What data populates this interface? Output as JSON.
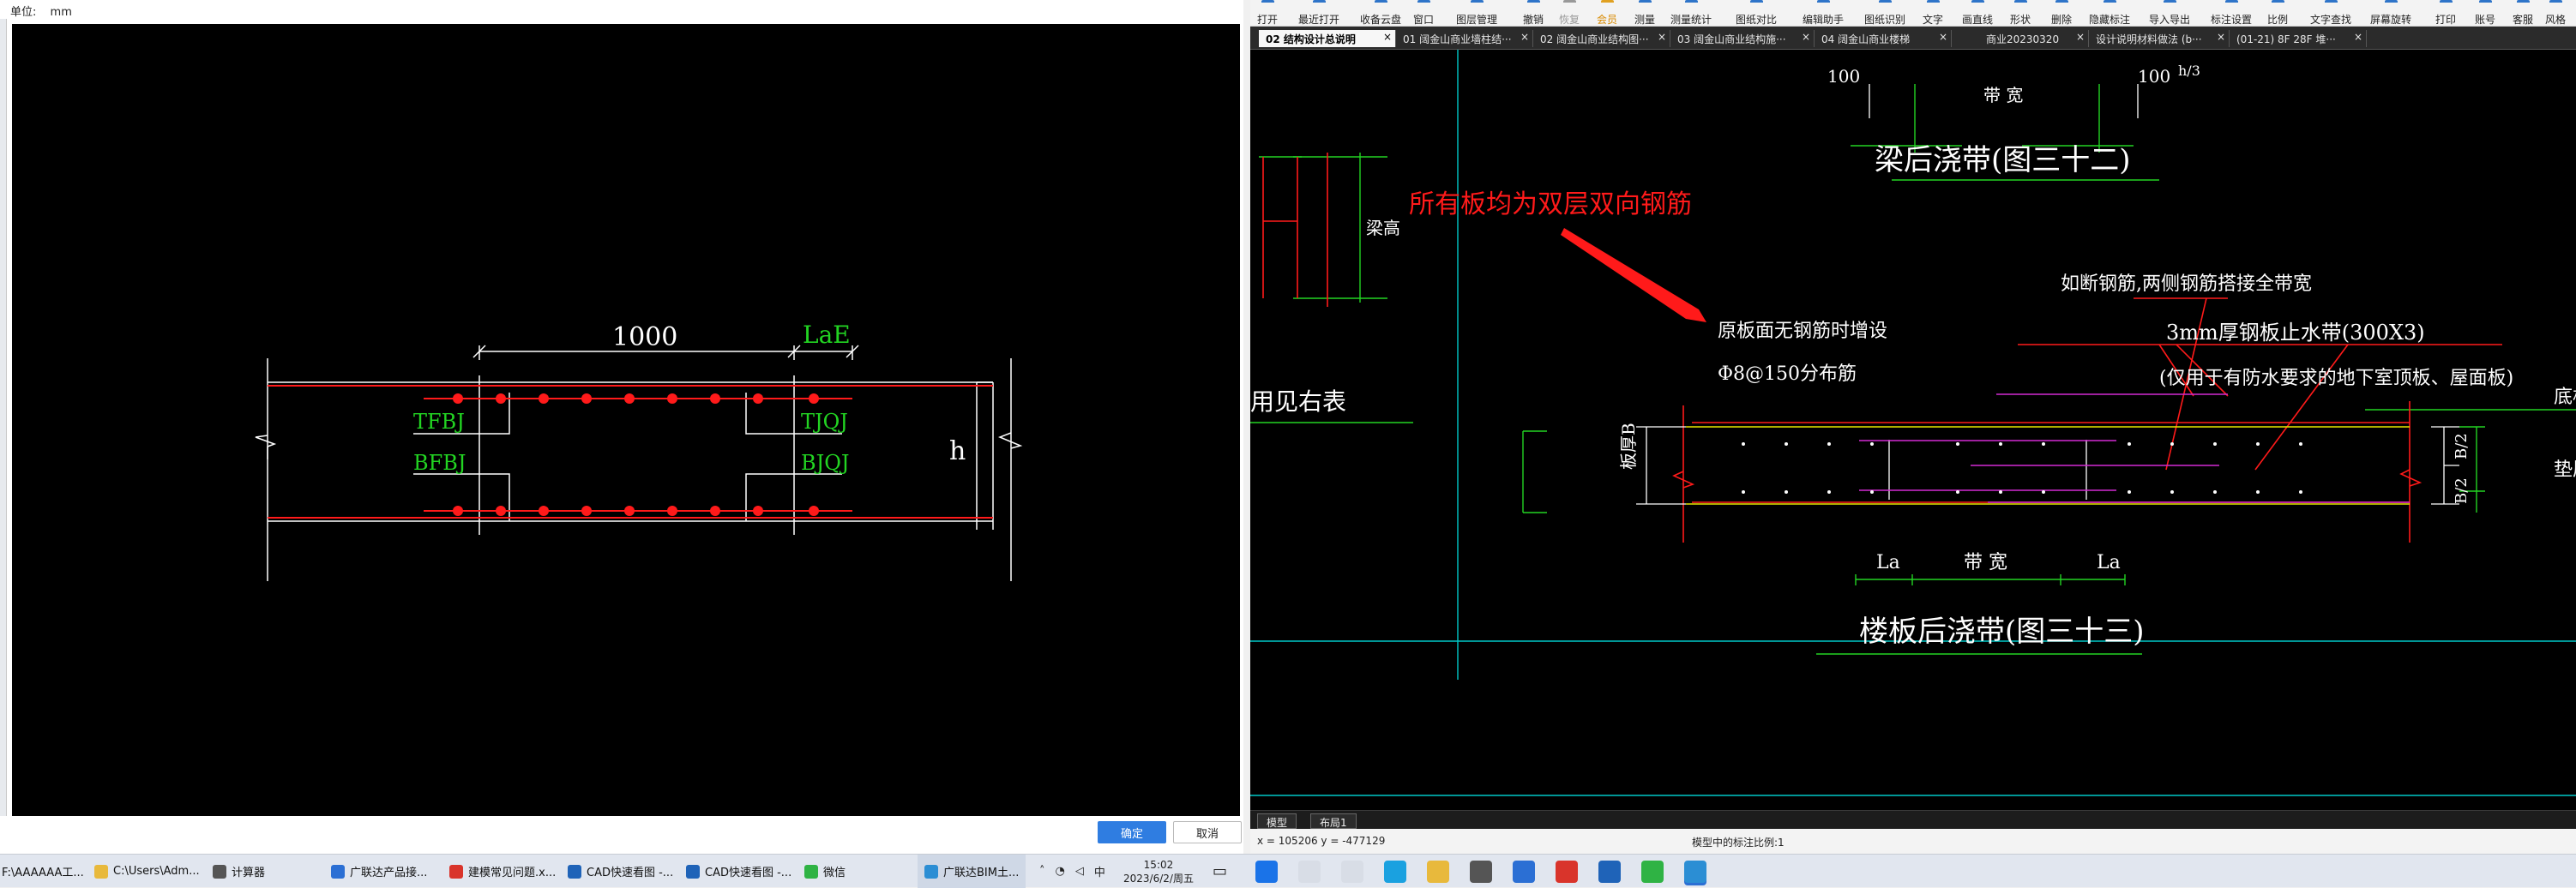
{
  "left_window": {
    "unit_label": "单位:",
    "unit_value": "mm",
    "ok_label": "确定",
    "cancel_label": "取消",
    "drawing": {
      "dim_1000": "1000",
      "dim_lae": "LaE",
      "tfbj": "TFBJ",
      "bfbj": "BFBJ",
      "tjqj": "TJQJ",
      "bjqj": "BJQJ",
      "h": "h"
    }
  },
  "right_window": {
    "toolbar": [
      {
        "label": "打开"
      },
      {
        "label": "最近打开"
      },
      {
        "label": "收备云盘"
      },
      {
        "label": "窗口"
      },
      {
        "label": "图层管理"
      },
      {
        "label": "撤销"
      },
      {
        "label": "恢复"
      },
      {
        "label": "会员"
      },
      {
        "label": "测量"
      },
      {
        "label": "测量统计"
      },
      {
        "label": "图纸对比"
      },
      {
        "label": "编辑助手"
      },
      {
        "label": "图纸识别"
      },
      {
        "label": "文字"
      },
      {
        "label": "画直线"
      },
      {
        "label": "形状"
      },
      {
        "label": "删除"
      },
      {
        "label": "隐藏标注"
      },
      {
        "label": "导入导出"
      },
      {
        "label": "标注设置"
      },
      {
        "label": "比例"
      },
      {
        "label": "文字查找"
      },
      {
        "label": "屏幕旋转"
      },
      {
        "label": "打印"
      },
      {
        "label": "账号"
      },
      {
        "label": "客服"
      },
      {
        "label": "风格"
      }
    ],
    "tabs": [
      {
        "label": "02 结构设计总说明",
        "active": true
      },
      {
        "label": "01 阔金山商业墙柱结···"
      },
      {
        "label": "02 阔金山商业结构图···"
      },
      {
        "label": "03 阔金山商业结构施···"
      },
      {
        "label": "04 阔金山商业楼梯"
      },
      {
        "label": "商业20230320"
      },
      {
        "label": "设计说明材料做法 (b···"
      },
      {
        "label": "(01-21) 8F 28F 堆···"
      }
    ],
    "cad": {
      "dim_100_left": "100",
      "dim_dai_kuan_top": "带 宽",
      "dim_100_right": "100",
      "h3": "h/3",
      "beam_title": "梁后浇带(图三十二)",
      "liang_gao": "梁高",
      "annotation_red": "所有板均为双层双向钢筋",
      "note_cut": "如断钢筋,两侧钢筋搭接全带宽",
      "note_yuanban": "原板面无钢筋时增设",
      "note_distrib": "Φ8@150分布筋",
      "note_waterstop": "3mm厚钢板止水带(300X3)",
      "note_waterstop_sub": "(仅用于有防水要求的地下室顶板、屋面板)",
      "left_text": "用见右表",
      "board_thickness": "板厚B",
      "b2_top": "B/2",
      "b2_bottom": "B/2",
      "la_left": "La",
      "dai_kuan_bottom": "带 宽",
      "la_right": "La",
      "slab_title": "楼板后浇带(图三十三)",
      "edge_1": "底板",
      "edge_2": "垫层"
    },
    "layout_tabs": [
      "模型",
      "布局1"
    ],
    "status_coords": "x = 105206  y = -477129",
    "status_scale": "模型中的标注比例:1"
  },
  "taskbar": {
    "left_items": [
      {
        "label": "F:\\AAAAAA工..."
      },
      {
        "label": "C:\\Users\\Adm..."
      },
      {
        "label": "计算器"
      },
      {
        "label": "广联达产品接..."
      },
      {
        "label": "建模常见问题.x..."
      },
      {
        "label": "CAD快速看图 -..."
      },
      {
        "label": "CAD快速看图 -..."
      },
      {
        "label": "微信"
      },
      {
        "label": "广联达BIM土..."
      }
    ],
    "tray_ime": "中",
    "tray_time": "15:02",
    "tray_date": "2023/6/2/周五"
  },
  "colors": {
    "cad_bg": "#000000",
    "rebar_red": "#ff1a1a",
    "label_green": "#22d422",
    "accent_blue": "#2f7de1",
    "magenta": "#d22ad2",
    "yellow": "#e8e800",
    "cyan": "#00c8c8"
  }
}
